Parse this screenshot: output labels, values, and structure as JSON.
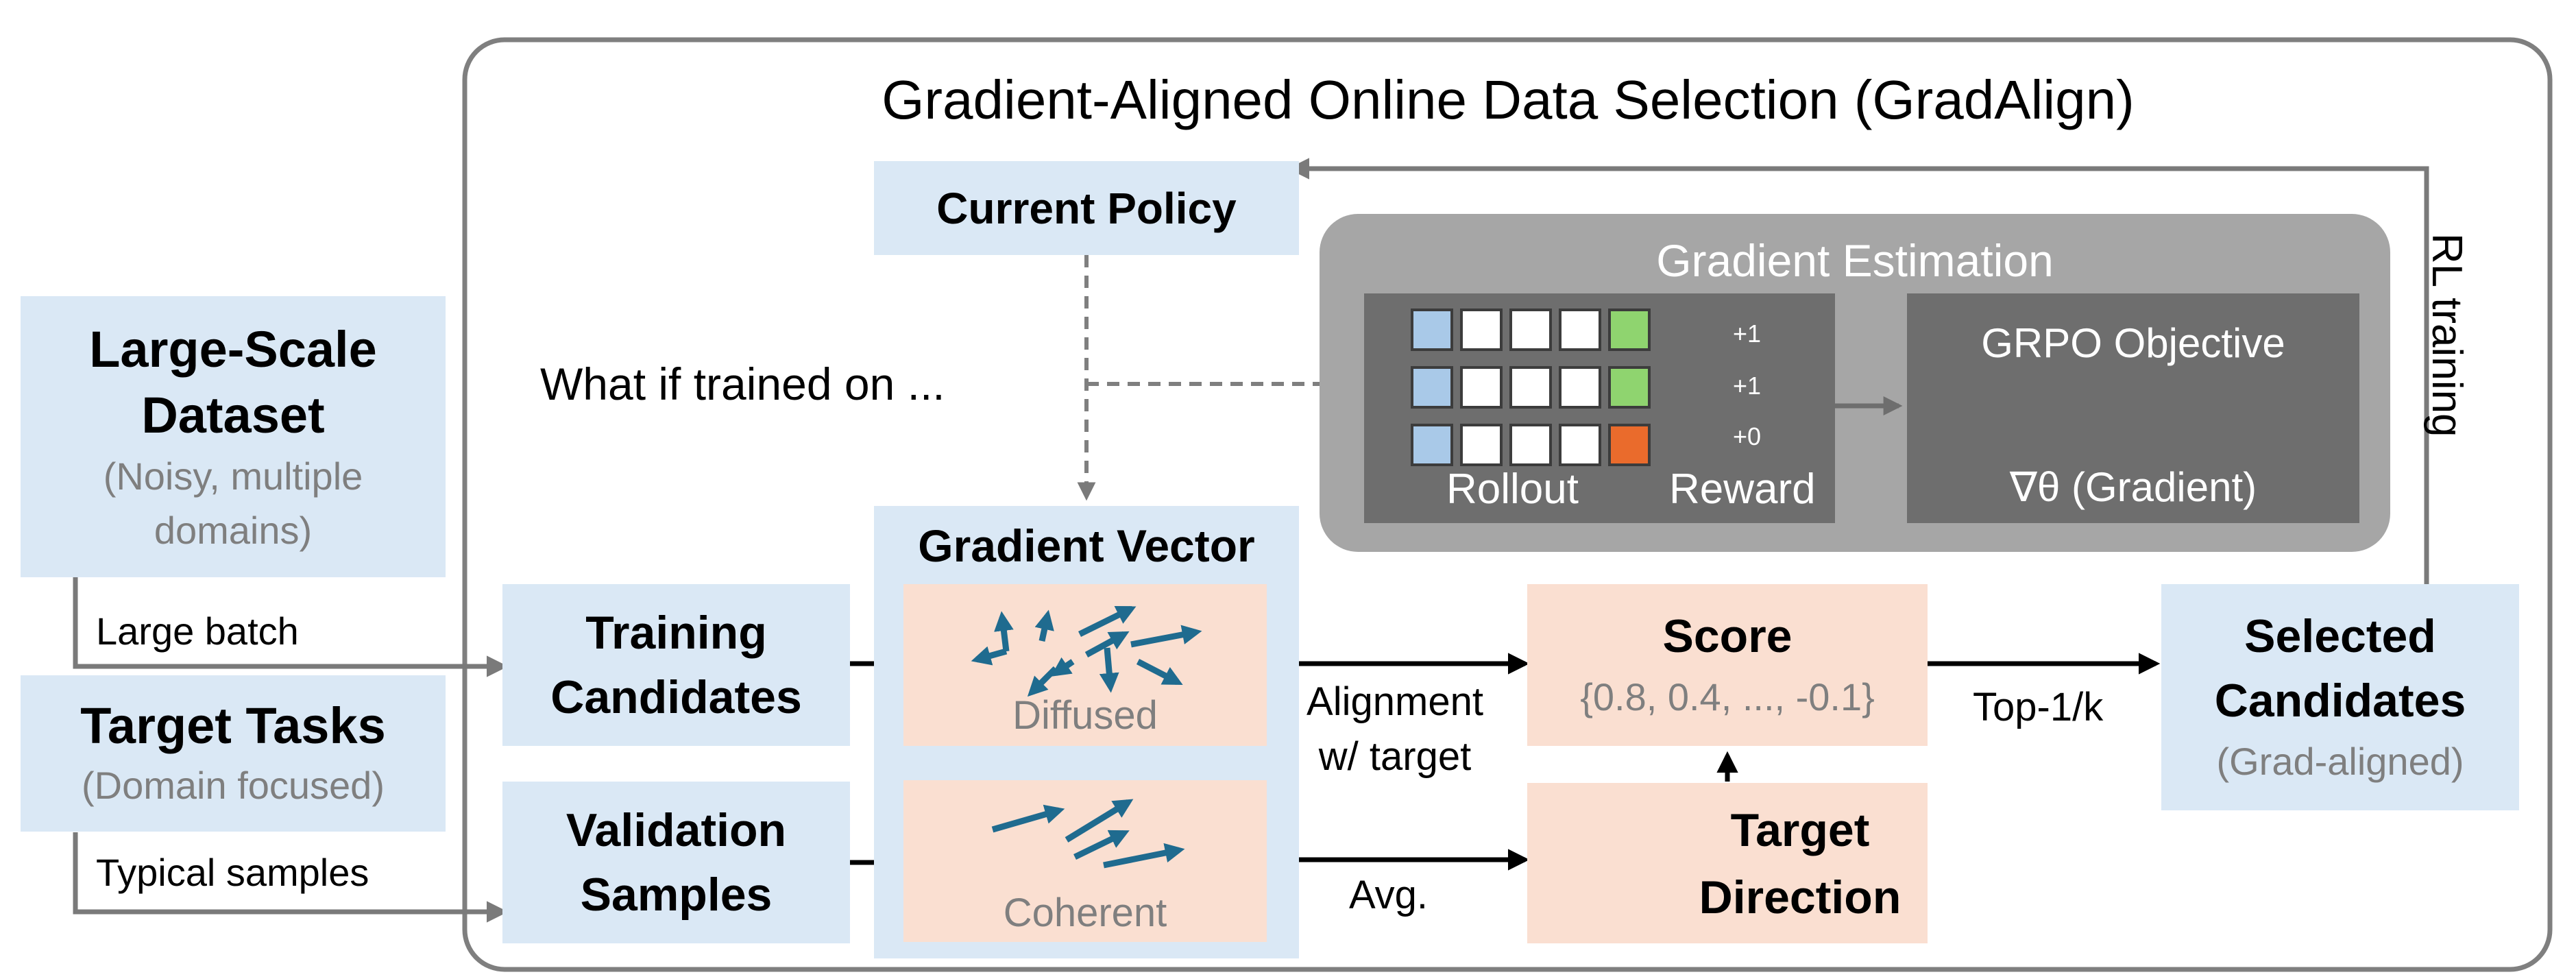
{
  "main_title": "Gradient-Aligned Online Data Selection (GradAlign)",
  "rl_training_label": "RL training",
  "large_dataset": {
    "title_line1": "Large-Scale",
    "title_line2": "Dataset",
    "sub_line1": "(Noisy, multiple",
    "sub_line2": "domains)"
  },
  "target_tasks": {
    "title": "Target Tasks",
    "sub": "(Domain focused)"
  },
  "edge_labels": {
    "large_batch": "Large batch",
    "typical_samples": "Typical samples",
    "what_if": "What if trained on ...",
    "alignment_line1": "Alignment",
    "alignment_line2": "w/ target",
    "avg": "Avg.",
    "top_k": "Top-1/k"
  },
  "current_policy": "Current Policy",
  "gradient_estimation": {
    "title": "Gradient Estimation",
    "rollout_label": "Rollout",
    "reward_label": "Reward",
    "rewards": [
      "+1",
      "+1",
      "+0"
    ],
    "objective_label": "GRPO Objective",
    "gradient_label": "∇θ (Gradient)"
  },
  "gradient_vector": {
    "title": "Gradient Vector",
    "diffused_label": "Diffused",
    "coherent_label": "Coherent"
  },
  "training_candidates": {
    "line1": "Training",
    "line2": "Candidates"
  },
  "validation_samples": {
    "line1": "Validation",
    "line2": "Samples"
  },
  "score": {
    "title": "Score",
    "values": "{0.8, 0.4, ..., -0.1}"
  },
  "target_direction": {
    "line1": "Target",
    "line2": "Direction"
  },
  "selected_candidates": {
    "line1": "Selected",
    "line2": "Candidates",
    "sub": "(Grad-aligned)"
  },
  "colors": {
    "blue_box": "#dae8f5",
    "peach_box": "#fadfd1",
    "arrow_blue": "#1f6b8f",
    "cell_blue": "#a9c9e8",
    "cell_green": "#8fd46f",
    "cell_orange": "#ea6b2c",
    "panel_grey": "#a6a6a6",
    "panel_dark": "#6e6e6e"
  }
}
